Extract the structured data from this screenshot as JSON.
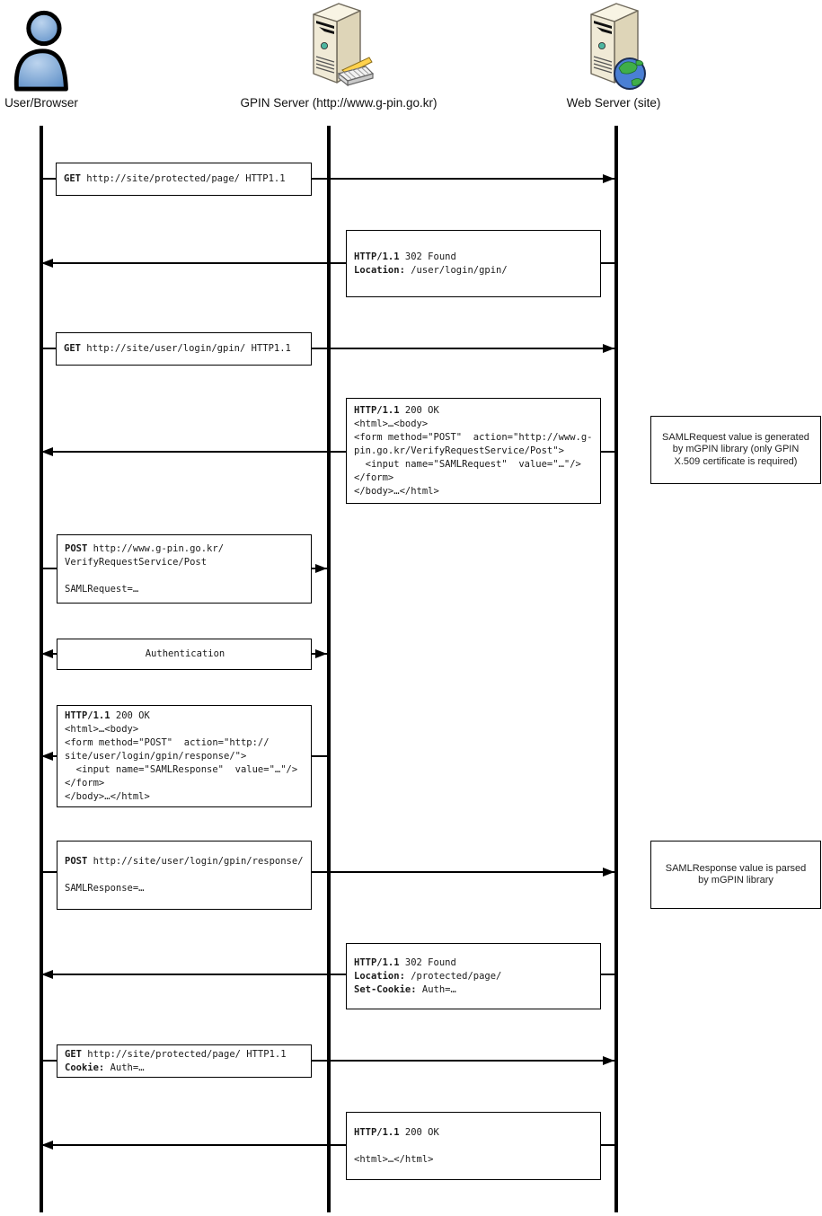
{
  "actors": [
    {
      "label": "User/Browser"
    },
    {
      "label": "GPIN Server (http://www.g-pin.go.kr)"
    },
    {
      "label": "Web Server (site)"
    }
  ],
  "messages": [
    {
      "from": "User/Browser",
      "to": "Web Server (site)",
      "lines": [
        [
          {
            "t": "GET",
            "b": 1
          },
          {
            "t": " http://site/protected/page/ HTTP1.1"
          }
        ]
      ]
    },
    {
      "from": "Web Server (site)",
      "to": "User/Browser",
      "lines": [
        [
          {
            "t": "HTTP/1.1",
            "b": 1
          },
          {
            "t": " 302 Found"
          }
        ],
        [
          {
            "t": "Location:",
            "b": 1
          },
          {
            "t": " /user/login/gpin/"
          }
        ]
      ]
    },
    {
      "from": "User/Browser",
      "to": "Web Server (site)",
      "lines": [
        [
          {
            "t": "GET",
            "b": 1
          },
          {
            "t": " http://site/user/login/gpin/ HTTP1.1"
          }
        ]
      ]
    },
    {
      "from": "Web Server (site)",
      "to": "User/Browser",
      "lines": [
        [
          {
            "t": "HTTP/1.1",
            "b": 1
          },
          {
            "t": " 200 OK"
          }
        ],
        [
          {
            "t": "<html>…<body>"
          }
        ],
        [
          {
            "t": "<form method=\"POST\"  action=\"http://www.g-"
          }
        ],
        [
          {
            "t": "pin.go.kr/VerifyRequestService/Post\">"
          }
        ],
        [
          {
            "t": "  <input name=\"SAMLRequest\"  value=\"…\"/>"
          }
        ],
        [
          {
            "t": "</form>"
          }
        ],
        [
          {
            "t": "</body>…</html>"
          }
        ]
      ]
    },
    {
      "from": "User/Browser",
      "to": "GPIN Server",
      "lines": [
        [
          {
            "t": "POST",
            "b": 1
          },
          {
            "t": " http://www.g-pin.go.kr/"
          }
        ],
        [
          {
            "t": "VerifyRequestService/Post"
          }
        ],
        [
          {
            "t": " "
          }
        ],
        [
          {
            "t": "SAMLRequest=…"
          }
        ]
      ]
    },
    {
      "from": "User/Browser",
      "to": "GPIN Server",
      "lines": [
        [
          {
            "t": "Authentication"
          }
        ]
      ]
    },
    {
      "from": "GPIN Server",
      "to": "User/Browser",
      "lines": [
        [
          {
            "t": "HTTP/1.1",
            "b": 1
          },
          {
            "t": " 200 OK"
          }
        ],
        [
          {
            "t": "<html>…<body>"
          }
        ],
        [
          {
            "t": "<form method=\"POST\"  action=\"http://"
          }
        ],
        [
          {
            "t": "site/user/login/gpin/response/\">"
          }
        ],
        [
          {
            "t": "  <input name=\"SAMLResponse\"  value=\"…\"/>"
          }
        ],
        [
          {
            "t": "</form>"
          }
        ],
        [
          {
            "t": "</body>…</html>"
          }
        ]
      ]
    },
    {
      "from": "User/Browser",
      "to": "Web Server (site)",
      "lines": [
        [
          {
            "t": "POST",
            "b": 1
          },
          {
            "t": " http://site/user/login/gpin/response/"
          }
        ],
        [
          {
            "t": " "
          }
        ],
        [
          {
            "t": "SAMLResponse=…"
          }
        ]
      ]
    },
    {
      "from": "Web Server (site)",
      "to": "User/Browser",
      "lines": [
        [
          {
            "t": "HTTP/1.1",
            "b": 1
          },
          {
            "t": " 302 Found"
          }
        ],
        [
          {
            "t": "Location:",
            "b": 1
          },
          {
            "t": " /protected/page/"
          }
        ],
        [
          {
            "t": "Set-Cookie:",
            "b": 1
          },
          {
            "t": " Auth=…"
          }
        ]
      ]
    },
    {
      "from": "User/Browser",
      "to": "Web Server (site)",
      "lines": [
        [
          {
            "t": "GET",
            "b": 1
          },
          {
            "t": " http://site/protected/page/ HTTP1.1"
          }
        ],
        [
          {
            "t": "Cookie:",
            "b": 1
          },
          {
            "t": " Auth=…"
          }
        ]
      ]
    },
    {
      "from": "Web Server (site)",
      "to": "User/Browser",
      "lines": [
        [
          {
            "t": "HTTP/1.1",
            "b": 1
          },
          {
            "t": " 200 OK"
          }
        ],
        [
          {
            "t": " "
          }
        ],
        [
          {
            "t": "<html>…</html>"
          }
        ]
      ]
    }
  ],
  "notes": [
    {
      "text": "SAMLRequest value is generated by mGPIN library (only GPIN X.509 certificate is required)"
    },
    {
      "text": "SAMLResponse value is parsed by mGPIN library"
    }
  ]
}
